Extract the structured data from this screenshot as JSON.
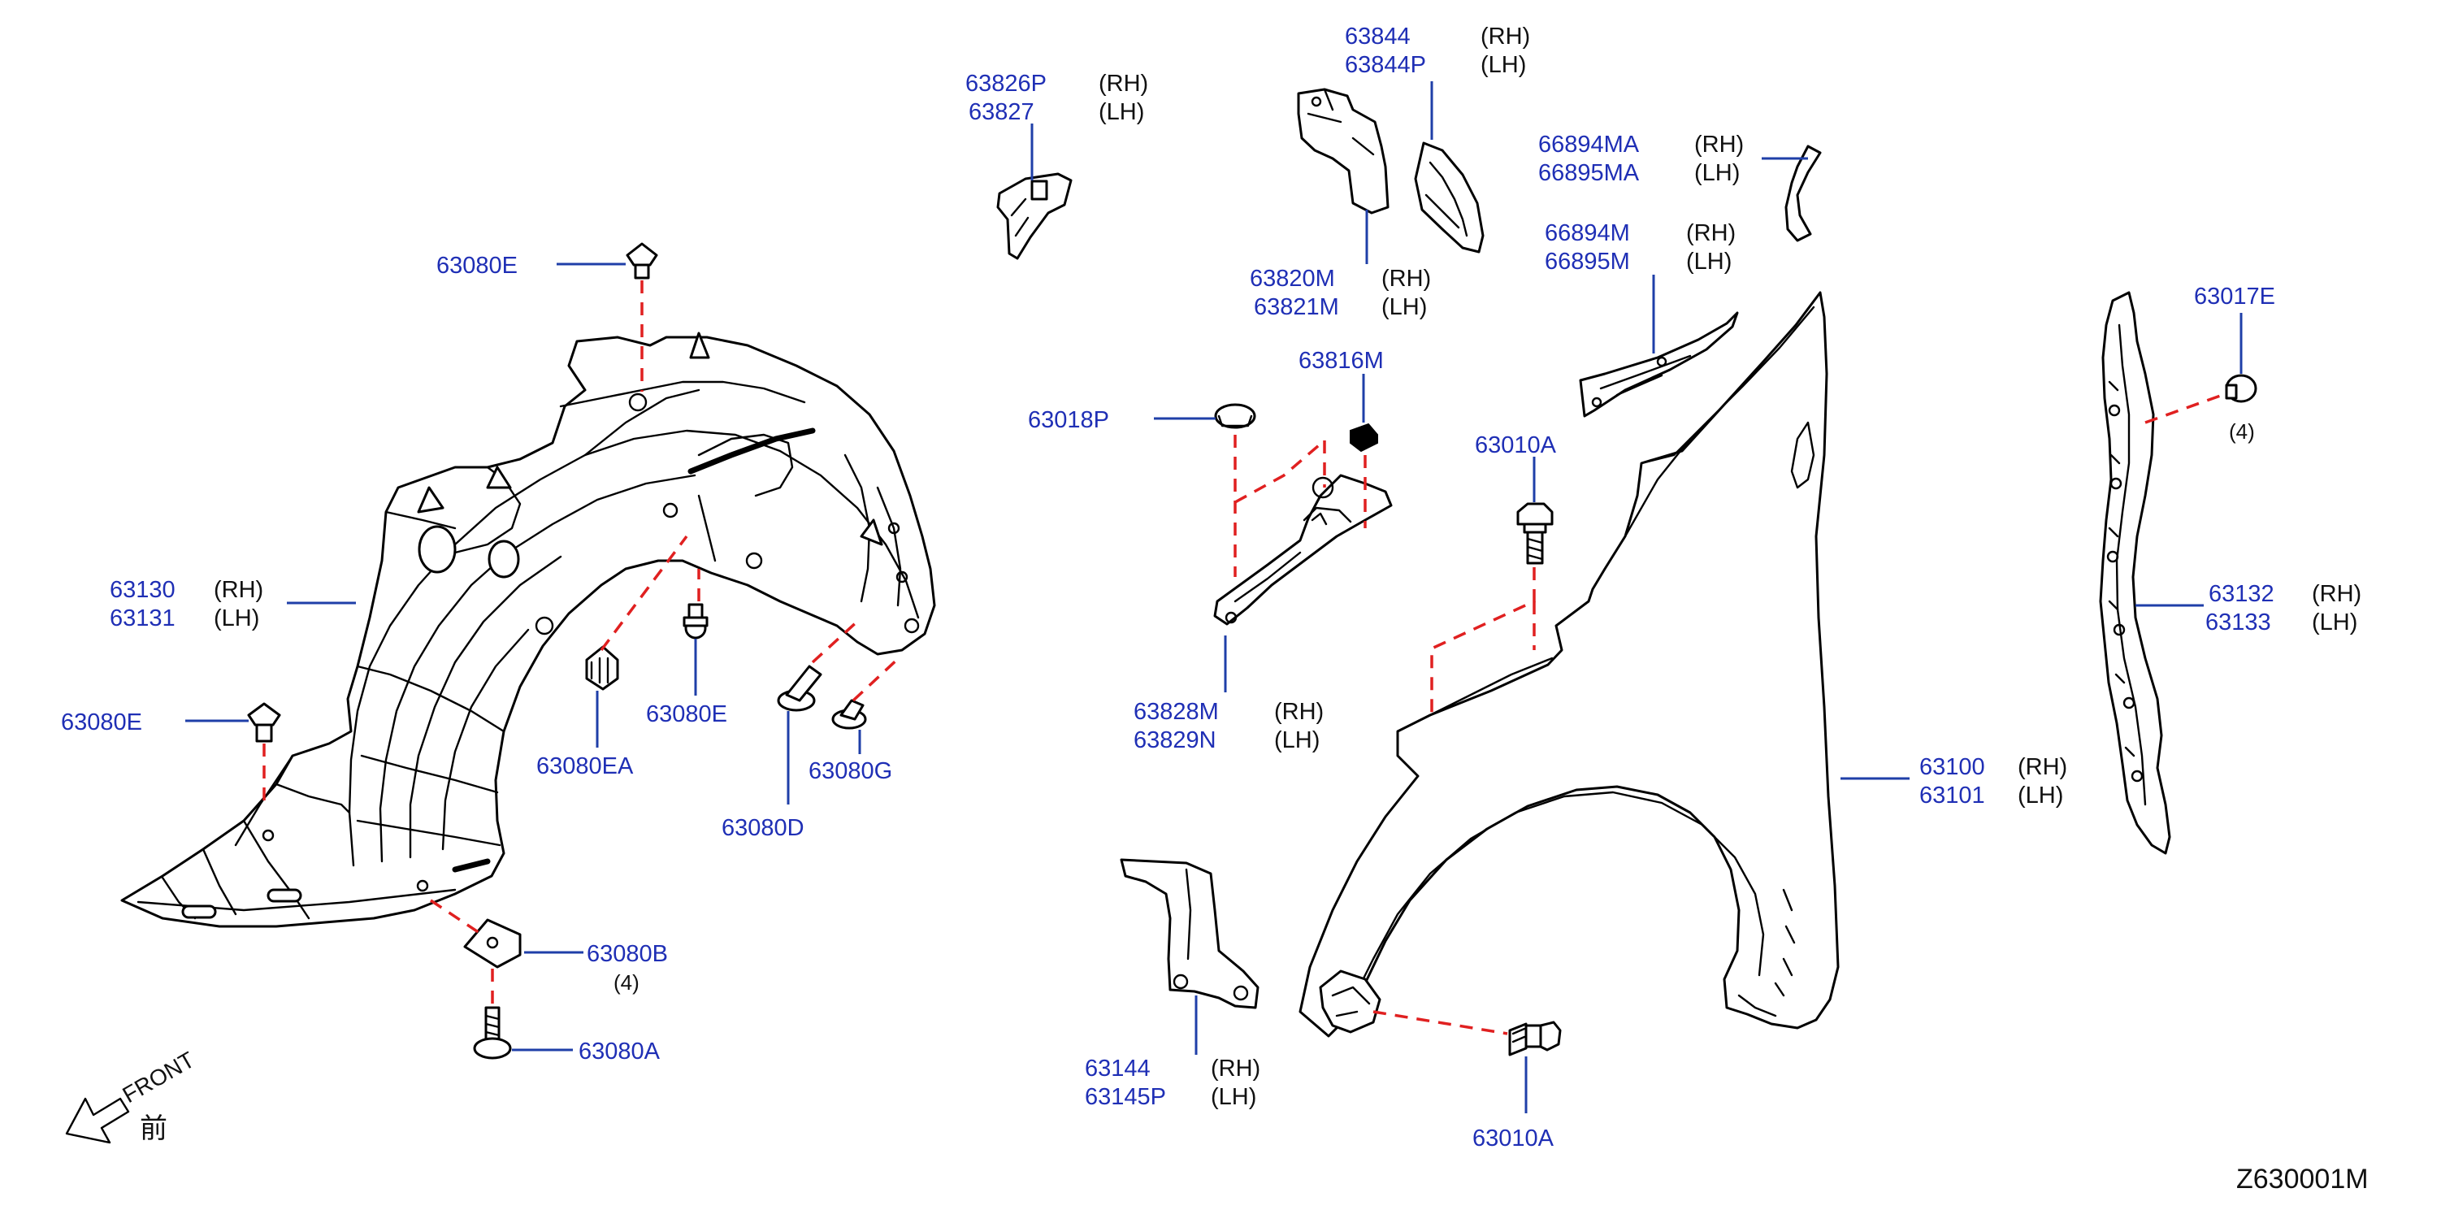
{
  "diagram_code": "Z630001M",
  "front_indicator": {
    "label": "FRONT",
    "kanji": "前"
  },
  "callouts": [
    {
      "id": "c1",
      "parts": [
        {
          "pn": "63844",
          "side": "(RH)"
        },
        {
          "pn": "63844P",
          "side": "(LH)"
        }
      ]
    },
    {
      "id": "c2",
      "parts": [
        {
          "pn": "63826P",
          "side": "(RH)"
        },
        {
          "pn": "63827",
          "side": "(LH)"
        }
      ]
    },
    {
      "id": "c3",
      "parts": [
        {
          "pn": "66894MA",
          "side": "(RH)"
        },
        {
          "pn": "66895MA",
          "side": "(LH)"
        }
      ]
    },
    {
      "id": "c4",
      "parts": [
        {
          "pn": "63080E",
          "side": ""
        }
      ]
    },
    {
      "id": "c5",
      "parts": [
        {
          "pn": "66894M",
          "side": "(RH)"
        },
        {
          "pn": "66895M",
          "side": "(LH)"
        }
      ]
    },
    {
      "id": "c6",
      "parts": [
        {
          "pn": "63820M",
          "side": "(RH)"
        },
        {
          "pn": "63821M",
          "side": "(LH)"
        }
      ]
    },
    {
      "id": "c7",
      "parts": [
        {
          "pn": "63017E",
          "side": ""
        }
      ],
      "qty": "(4)"
    },
    {
      "id": "c8",
      "parts": [
        {
          "pn": "63816M",
          "side": ""
        }
      ]
    },
    {
      "id": "c9",
      "parts": [
        {
          "pn": "63018P",
          "side": ""
        }
      ]
    },
    {
      "id": "c10",
      "parts": [
        {
          "pn": "63010A",
          "side": ""
        }
      ]
    },
    {
      "id": "c11",
      "parts": [
        {
          "pn": "63130",
          "side": "(RH)"
        },
        {
          "pn": "63131",
          "side": "(LH)"
        }
      ]
    },
    {
      "id": "c12",
      "parts": [
        {
          "pn": "63132",
          "side": "(RH)"
        },
        {
          "pn": "63133",
          "side": "(LH)"
        }
      ]
    },
    {
      "id": "c13",
      "parts": [
        {
          "pn": "63080E",
          "side": ""
        }
      ]
    },
    {
      "id": "c14",
      "parts": [
        {
          "pn": "63828M",
          "side": "(RH)"
        },
        {
          "pn": "63829N",
          "side": "(LH)"
        }
      ]
    },
    {
      "id": "c15",
      "parts": [
        {
          "pn": "63080E",
          "side": ""
        }
      ]
    },
    {
      "id": "c16",
      "parts": [
        {
          "pn": "63080EA",
          "side": ""
        }
      ]
    },
    {
      "id": "c17",
      "parts": [
        {
          "pn": "63080G",
          "side": ""
        }
      ]
    },
    {
      "id": "c18",
      "parts": [
        {
          "pn": "63100",
          "side": "(RH)"
        },
        {
          "pn": "63101",
          "side": "(LH)"
        }
      ]
    },
    {
      "id": "c19",
      "parts": [
        {
          "pn": "63080D",
          "side": ""
        }
      ]
    },
    {
      "id": "c20",
      "parts": [
        {
          "pn": "63080B",
          "side": ""
        }
      ],
      "qty": "(4)"
    },
    {
      "id": "c21",
      "parts": [
        {
          "pn": "63080A",
          "side": ""
        }
      ]
    },
    {
      "id": "c22",
      "parts": [
        {
          "pn": "63144",
          "side": "(RH)"
        },
        {
          "pn": "63145P",
          "side": "(LH)"
        }
      ]
    },
    {
      "id": "c23",
      "parts": [
        {
          "pn": "63010A",
          "side": ""
        }
      ]
    }
  ]
}
